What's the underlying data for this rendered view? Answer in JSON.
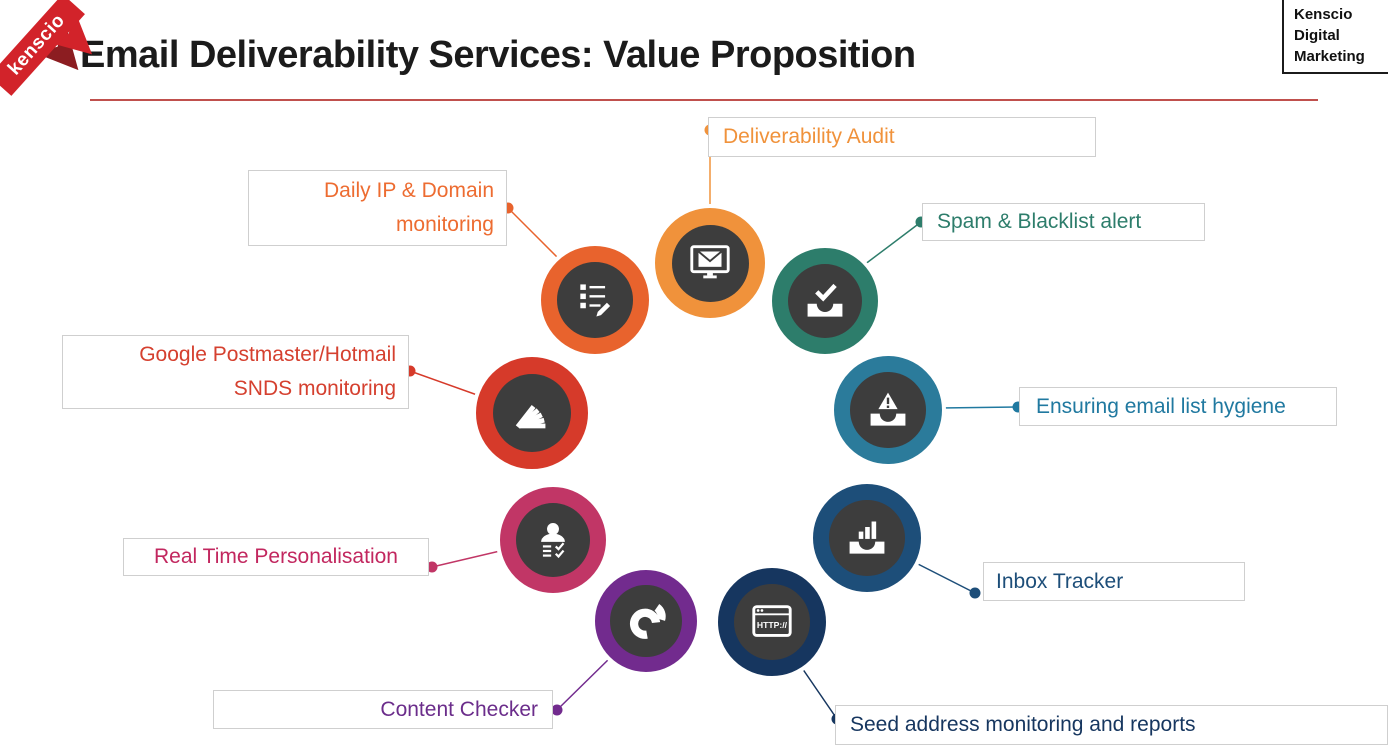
{
  "header": {
    "logo_text": "kenscio",
    "title": "Email Deliverability Services: Value Proposition",
    "brand_lines": [
      "Kenscio",
      "Digital",
      "Marketing"
    ]
  },
  "diagram": {
    "labels": {
      "deliverability_audit": {
        "text": "Deliverability Audit",
        "color": "#f0923b"
      },
      "spam_blacklist": {
        "text": "Spam & Blacklist alert",
        "color": "#2d7d6b"
      },
      "email_hygiene": {
        "text": "Ensuring email list hygiene",
        "color": "#2079a0"
      },
      "inbox_tracker": {
        "text": "Inbox Tracker",
        "color": "#1d4e79"
      },
      "seed_address": {
        "text": "Seed address monitoring and reports",
        "color": "#16365f"
      },
      "content_checker": {
        "text": "Content Checker",
        "color": "#6b2d8b"
      },
      "real_time_personalisation": {
        "text": "Real Time Personalisation",
        "color": "#c2275f"
      },
      "google_postmaster": {
        "lines": [
          "Google Postmaster/Hotmail",
          "SNDS monitoring"
        ],
        "color": "#d5402f"
      },
      "daily_ip_domain": {
        "lines": [
          "Daily IP & Domain",
          "monitoring"
        ],
        "color": "#ed6c31"
      }
    },
    "nodes": [
      {
        "name": "deliverability-audit",
        "icon": "email-campaign-icon",
        "color": "#f0923b"
      },
      {
        "name": "spam-blacklist-alert",
        "icon": "inbox-check-icon",
        "color": "#2d7d6b"
      },
      {
        "name": "email-list-hygiene",
        "icon": "inbox-warning-icon",
        "color": "#2b7b9b"
      },
      {
        "name": "inbox-tracker",
        "icon": "inbox-chart-icon",
        "color": "#1d4e79"
      },
      {
        "name": "seed-address-monitoring",
        "icon": "http-browser-icon",
        "color": "#16365f"
      },
      {
        "name": "content-checker",
        "icon": "pie-chart-icon",
        "color": "#722b8e"
      },
      {
        "name": "real-time-personalisation",
        "icon": "person-checklist-icon",
        "color": "#c13666"
      },
      {
        "name": "google-postmaster-snds",
        "icon": "stack-icon",
        "color": "#d63a2a"
      },
      {
        "name": "daily-ip-domain",
        "icon": "checklist-icon",
        "color": "#e8632d"
      }
    ],
    "http_icon_text": "HTTP://"
  }
}
